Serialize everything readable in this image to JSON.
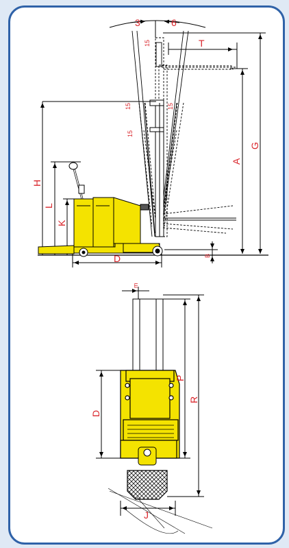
{
  "side_view": {
    "labels": {
      "tilt_back": "3",
      "tilt_forward": "6",
      "t": "T",
      "a": "A",
      "g": "G",
      "h": "H",
      "l": "L",
      "k": "K",
      "d": "D",
      "b": "B",
      "h15a": "15",
      "h15b": "15",
      "h15c": "15",
      "h15d": "15"
    }
  },
  "front_view": {
    "labels": {
      "m": "m",
      "d": "D",
      "p": "P",
      "r": "R",
      "j": "J"
    }
  },
  "colors": {
    "frame_border": "#2f62a8",
    "dimension": "#d9252b",
    "body": "#f4e300"
  }
}
